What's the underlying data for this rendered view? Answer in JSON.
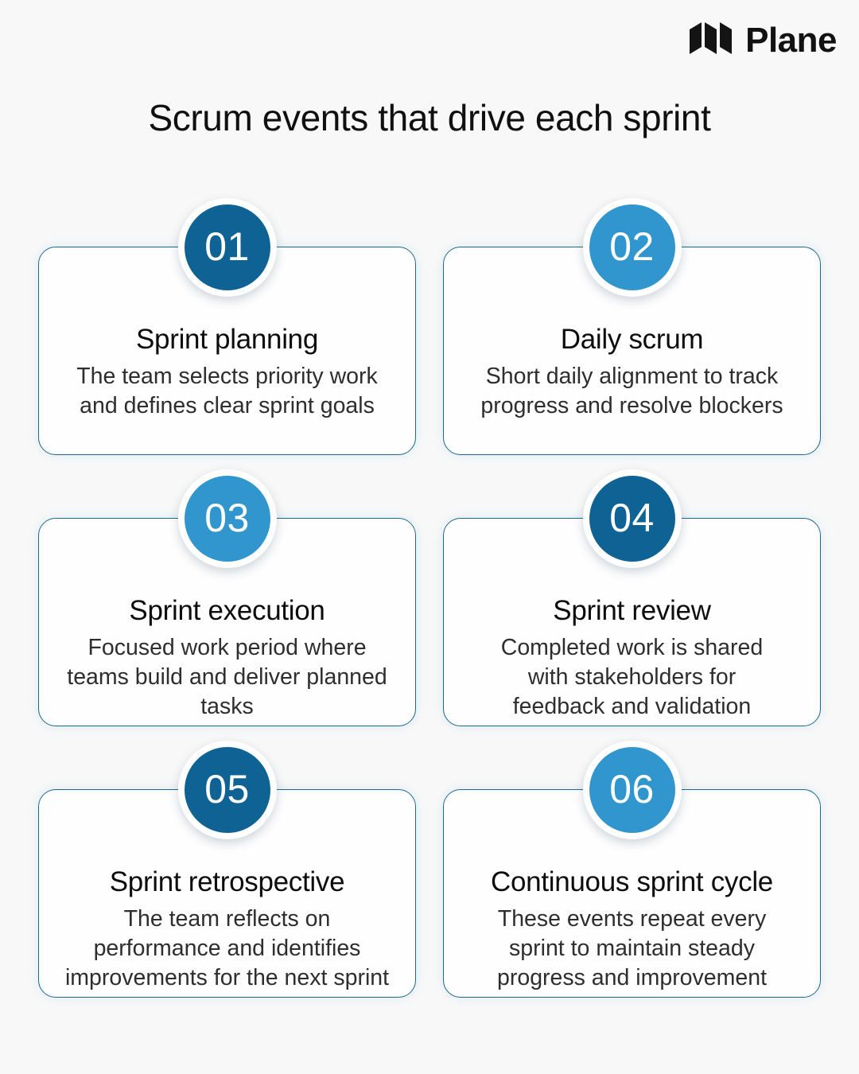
{
  "brand": {
    "name": "Plane",
    "logo_icon": "plane-logo-icon"
  },
  "header": {
    "title": "Scrum events that drive each sprint"
  },
  "cards": [
    {
      "number": "01",
      "title": "Sprint planning",
      "description": "The team selects priority work and defines clear sprint goals",
      "badge_color": "#0f6394",
      "badge_tone": "dark"
    },
    {
      "number": "02",
      "title": "Daily scrum",
      "description": "Short daily alignment to track progress and resolve blockers",
      "badge_color": "#3196cd",
      "badge_tone": "light"
    },
    {
      "number": "03",
      "title": "Sprint execution",
      "description": "Focused work period where teams build and deliver planned tasks",
      "badge_color": "#3196cd",
      "badge_tone": "light"
    },
    {
      "number": "04",
      "title": "Sprint review",
      "description": "Completed work is shared with stakeholders for feedback and validation",
      "badge_color": "#0f6394",
      "badge_tone": "dark"
    },
    {
      "number": "05",
      "title": "Sprint retrospective",
      "description": "The team reflects on performance and identifies improvements for the next sprint",
      "badge_color": "#0f6394",
      "badge_tone": "dark"
    },
    {
      "number": "06",
      "title": "Continuous sprint cycle",
      "description": "These events repeat every sprint to maintain steady progress and improvement",
      "badge_color": "#3196cd",
      "badge_tone": "light"
    }
  ],
  "colors": {
    "background": "#f8f8f8",
    "card_background": "#fefefe",
    "card_border": "#1b6a8e",
    "accent_dark": "#0f6394",
    "accent_light": "#3196cd",
    "title_text": "#101010",
    "body_text": "#2e2e2e"
  }
}
